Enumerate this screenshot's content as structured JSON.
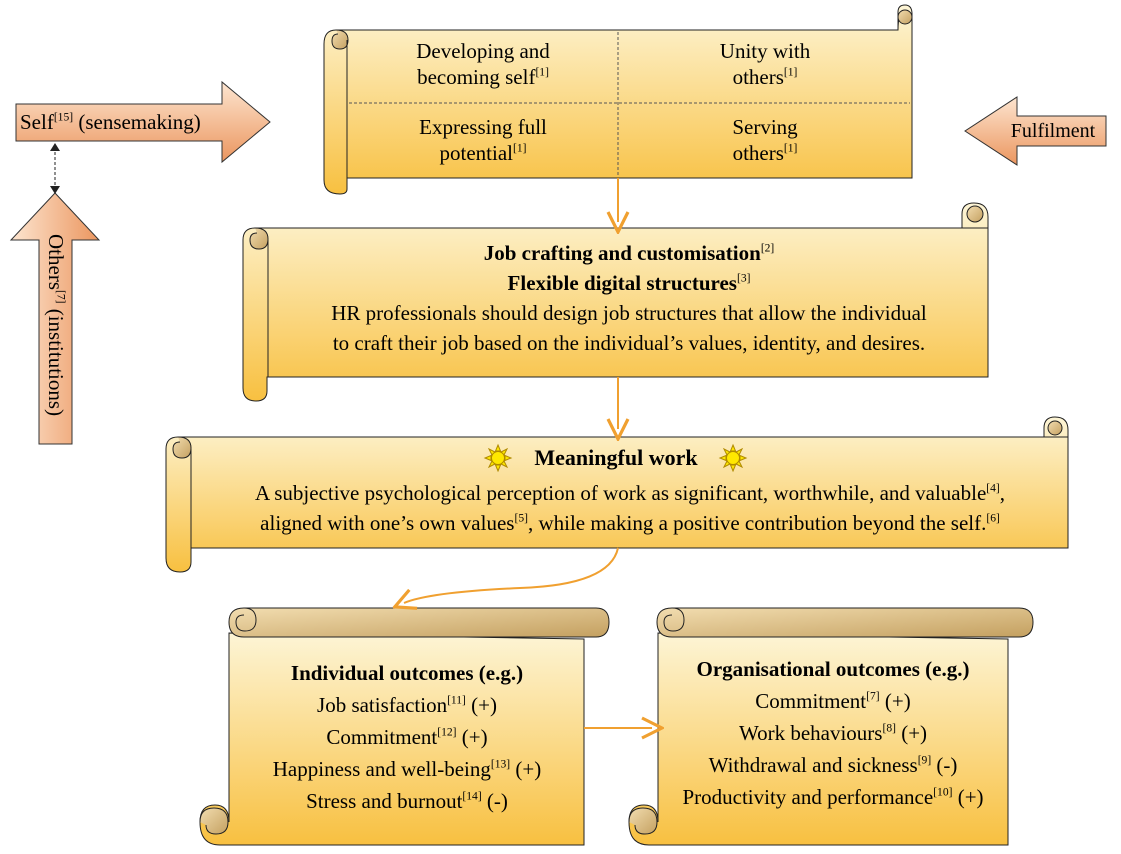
{
  "top_scroll": {
    "q1": {
      "text": "Developing and",
      "text2": "becoming self",
      "ref": "[1]"
    },
    "q2": {
      "text": "Unity with",
      "text2": "others",
      "ref": "[1]"
    },
    "q3": {
      "text": "Expressing full",
      "text2": "potential",
      "ref": "[1]"
    },
    "q4": {
      "text": "Serving",
      "text2": "others",
      "ref": "[1]"
    }
  },
  "left_arrows": {
    "self": {
      "text": "Self",
      "ref": "[15]",
      "suffix": " (sensemaking)"
    },
    "others": {
      "text": "Others",
      "ref": "[7]",
      "suffix": " (institutions)"
    }
  },
  "right_arrow": {
    "text": "Fulfilment"
  },
  "job_scroll": {
    "line1": {
      "text": "Job crafting and customisation",
      "ref": "[2]"
    },
    "line2": {
      "text": "Flexible digital structures",
      "ref": "[3]"
    },
    "line3": "HR professionals should design job structures that allow the individual",
    "line4": "to craft their job based on the individual’s values, identity, and desires."
  },
  "meaningful_scroll": {
    "title": "Meaningful work",
    "line1": {
      "text": "A subjective psychological perception of work as significant, worthwhile, and valuable",
      "ref": "[4]",
      "suffix": ","
    },
    "line2": {
      "a": "aligned with one’s own values",
      "ref_a": "[5]",
      "b": ", while making a positive contribution beyond the self.",
      "ref_b": "[6]"
    }
  },
  "individual_outcomes": {
    "title": "Individual outcomes (e.g.)",
    "items": [
      {
        "text": "Job satisfaction",
        "ref": "[11]",
        "effect": " (+)"
      },
      {
        "text": "Commitment",
        "ref": "[12]",
        "effect": " (+)"
      },
      {
        "text": "Happiness and well-being",
        "ref": "[13]",
        "effect": " (+)"
      },
      {
        "text": "Stress and burnout",
        "ref": "[14]",
        "effect": " (-)"
      }
    ]
  },
  "organisational_outcomes": {
    "title": "Organisational outcomes (e.g.)",
    "items": [
      {
        "text": "Commitment",
        "ref": "[7]",
        "effect": " (+)"
      },
      {
        "text": "Work behaviours",
        "ref": "[8]",
        "effect": " (+)"
      },
      {
        "text": "Withdrawal and sickness",
        "ref": "[9]",
        "effect": " (-)"
      },
      {
        "text": "Productivity and performance",
        "ref": "[10]",
        "effect": " (+)"
      }
    ]
  },
  "colors": {
    "scroll_top": "#fdf4d2",
    "scroll_bottom": "#f9c245",
    "arrow_light": "#fde3cc",
    "arrow_dark": "#ea9460",
    "connector": "#f0a030"
  },
  "icons": [
    "sun-icon"
  ]
}
